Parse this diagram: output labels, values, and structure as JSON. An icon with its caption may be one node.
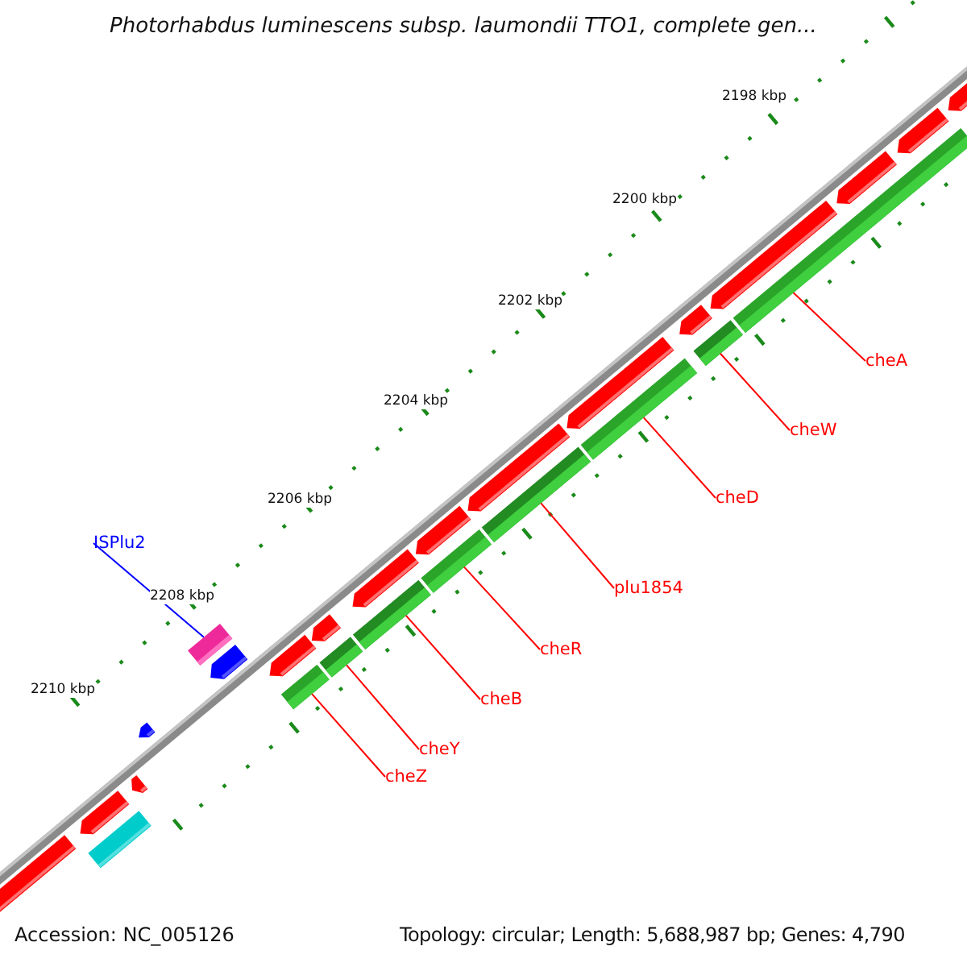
{
  "diagram": {
    "title": "Photorhabdus luminescens subsp. laumondii TTO1, complete gen...",
    "nodes": [
      {
        "text": [
          "cheA"
        ]
      },
      {
        "text": [
          "cheW"
        ]
      },
      {
        "text": [
          "cheD"
        ]
      },
      {
        "text": [
          "ISPlu2"
        ]
      },
      {
        "text": [
          "plu1854"
        ]
      },
      {
        "text": [
          "cheR"
        ]
      },
      {
        "text": [
          "cheB"
        ]
      },
      {
        "text": [
          "cheY"
        ]
      },
      {
        "text": [
          "cheZ"
        ]
      },
      {
        "text": [],
        "shape": "bar"
      },
      {
        "text": [],
        "shape": "bar"
      },
      {
        "text": [],
        "shape": "bar"
      },
      {
        "text": [],
        "shape": "bar"
      },
      {
        "text": [],
        "shape": "bar"
      },
      {
        "text": [],
        "shape": "bar"
      },
      {
        "text": [],
        "shape": "bar"
      },
      {
        "text": [],
        "shape": "bar"
      },
      {
        "text": [],
        "shape": "bar"
      }
    ],
    "edges": [
      {
        "from": 0,
        "to": 9,
        "arrow": "none"
      },
      {
        "from": 1,
        "to": 10,
        "arrow": "none"
      },
      {
        "from": 2,
        "to": 11,
        "arrow": "none"
      },
      {
        "from": 3,
        "to": 15,
        "arrow": "none",
        "color": "#0000ff"
      },
      {
        "from": 4,
        "to": 12,
        "arrow": "none"
      },
      {
        "from": 5,
        "to": 13,
        "arrow": "none"
      },
      {
        "from": 6,
        "to": 14,
        "arrow": "none"
      },
      {
        "from": 7,
        "to": 16,
        "arrow": "none"
      },
      {
        "from": 8,
        "to": 17,
        "arrow": "none"
      }
    ],
    "labels": [
      "2198 kbp",
      "2200 kbp",
      "2202 kbp",
      "2204 kbp",
      "2206 kbp",
      "2208 kbp",
      "2210 kbp",
      "Accession: NC_005126",
      "Topology: circular; Length: 5,688,987 bp; Genes: 4,790"
    ]
  }
}
